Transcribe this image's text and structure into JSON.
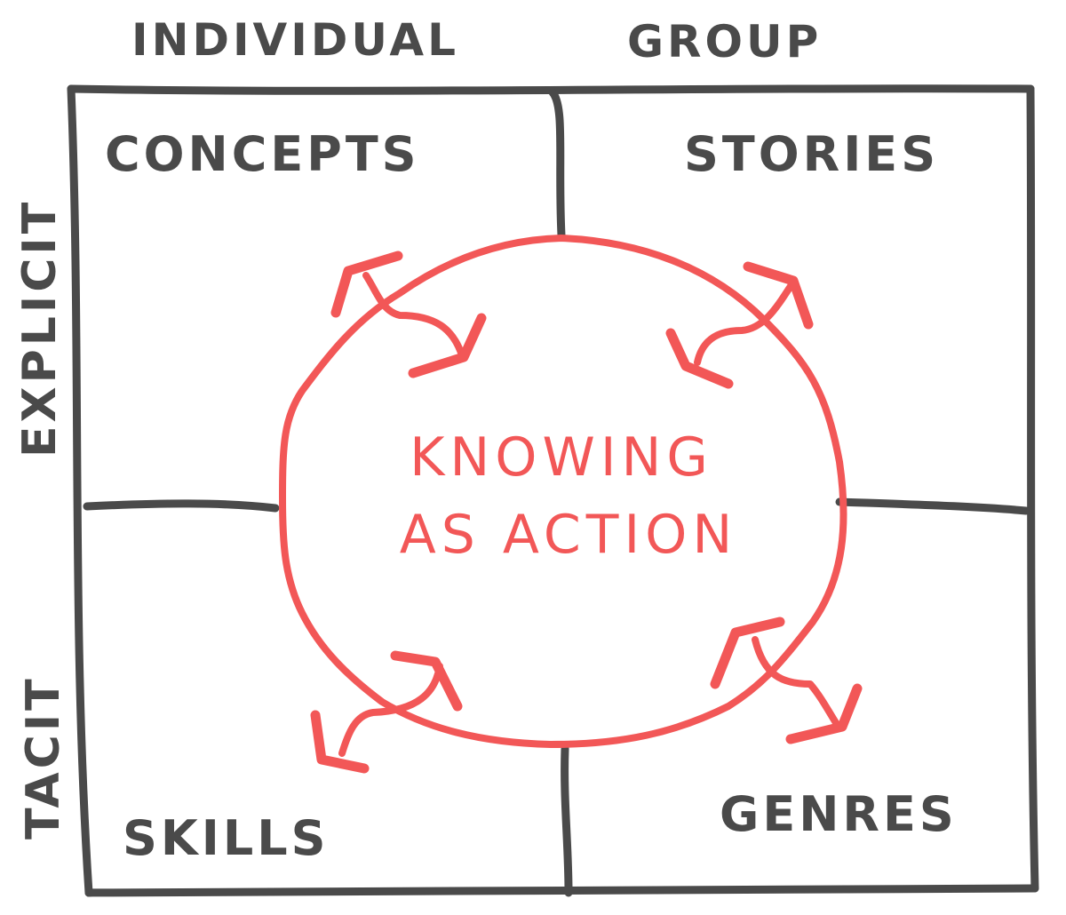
{
  "columns": {
    "left": "INDIVIDUAL",
    "right": "GROUP"
  },
  "rows": {
    "top": "EXPLICIT",
    "bottom": "TACIT"
  },
  "quadrants": {
    "top_left": "CONCEPTS",
    "top_right": "STORIES",
    "bottom_left": "SKILLS",
    "bottom_right": "GENRES"
  },
  "center": {
    "line1": "KNOWING",
    "line2": "AS ACTION"
  },
  "colors": {
    "ink": "#4a4a4a",
    "accent": "#f25757"
  }
}
